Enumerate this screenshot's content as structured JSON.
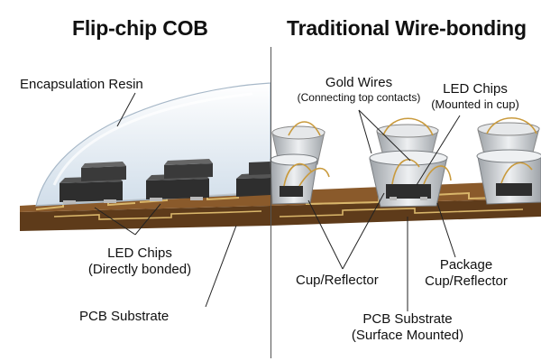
{
  "titles": {
    "left": "Flip-chip COB",
    "right": "Traditional Wire-bonding"
  },
  "left_labels": {
    "resin": "Encapsulation Resin",
    "led_chips": "LED Chips",
    "led_chips_note": "(Directly bonded)",
    "pcb": "PCB Substrate"
  },
  "right_labels": {
    "gold_wires": "Gold Wires",
    "gold_wires_note": "(Connecting top contacts)",
    "led_chips": "LED Chips",
    "led_chips_note": "(Mounted in cup)",
    "cup_reflector": "Cup/Reflector",
    "package_line1": "Package",
    "package_line2": "Cup/Reflector",
    "pcb": "PCB Substrate",
    "pcb_note": "(Surface Mounted)"
  },
  "colors": {
    "pcb": "#8a5a2b",
    "pcb_dark": "#5e3b1a",
    "trace": "#d9b66a",
    "chip": "#2e2e2e",
    "pad": "#b9b9b9",
    "resin": "#dfe9f2",
    "cup": "#c9cccf",
    "gold": "#c99a3c"
  }
}
